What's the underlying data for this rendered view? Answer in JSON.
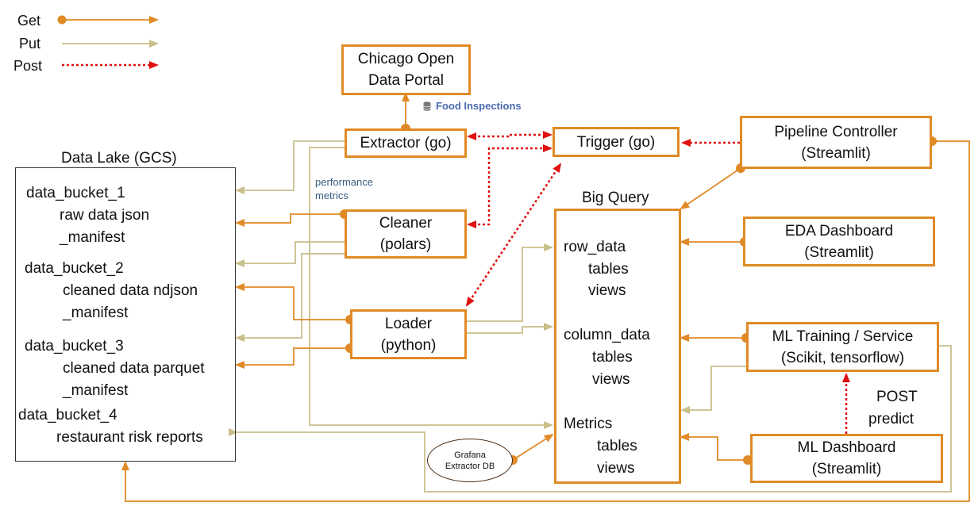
{
  "legend": {
    "get": "Get",
    "put": "Put",
    "post": "Post"
  },
  "colors": {
    "get": "#e08a26",
    "put": "#c8bf8a",
    "post": "#e01010",
    "box_border": "#e08a26"
  },
  "nodes": {
    "chicago_portal": [
      "Chicago Open",
      "Data Portal"
    ],
    "food_inspections": "Food Inspections",
    "extractor": "Extractor (go)",
    "trigger": "Trigger (go)",
    "pipeline_controller": [
      "Pipeline Controller",
      "(Streamlit)"
    ],
    "cleaner": [
      "Cleaner",
      "(polars)"
    ],
    "loader": [
      "Loader",
      "(python)"
    ],
    "eda_dashboard": [
      "EDA Dashboard",
      "(Streamlit)"
    ],
    "ml_training": [
      "ML Training / Service",
      "(Scikit, tensorflow)"
    ],
    "ml_dashboard": [
      "ML Dashboard",
      "(Streamlit)"
    ],
    "grafana": [
      "Grafana",
      "Extractor DB"
    ]
  },
  "data_lake": {
    "title": "Data Lake (GCS)",
    "items": [
      "data_bucket_1",
      "raw data json",
      "_manifest",
      "data_bucket_2",
      "cleaned data ndjson",
      "_manifest",
      "data_bucket_3",
      "cleaned data parquet",
      "_manifest",
      "data_bucket_4",
      "restaurant risk reports"
    ]
  },
  "big_query": {
    "title": "Big Query",
    "items": [
      "row_data",
      "tables",
      "views",
      "column_data",
      "tables",
      "views",
      "Metrics",
      "tables",
      "views"
    ]
  },
  "annotations": {
    "performance": "performance",
    "metrics": "metrics",
    "post": "POST",
    "predict": "predict"
  }
}
